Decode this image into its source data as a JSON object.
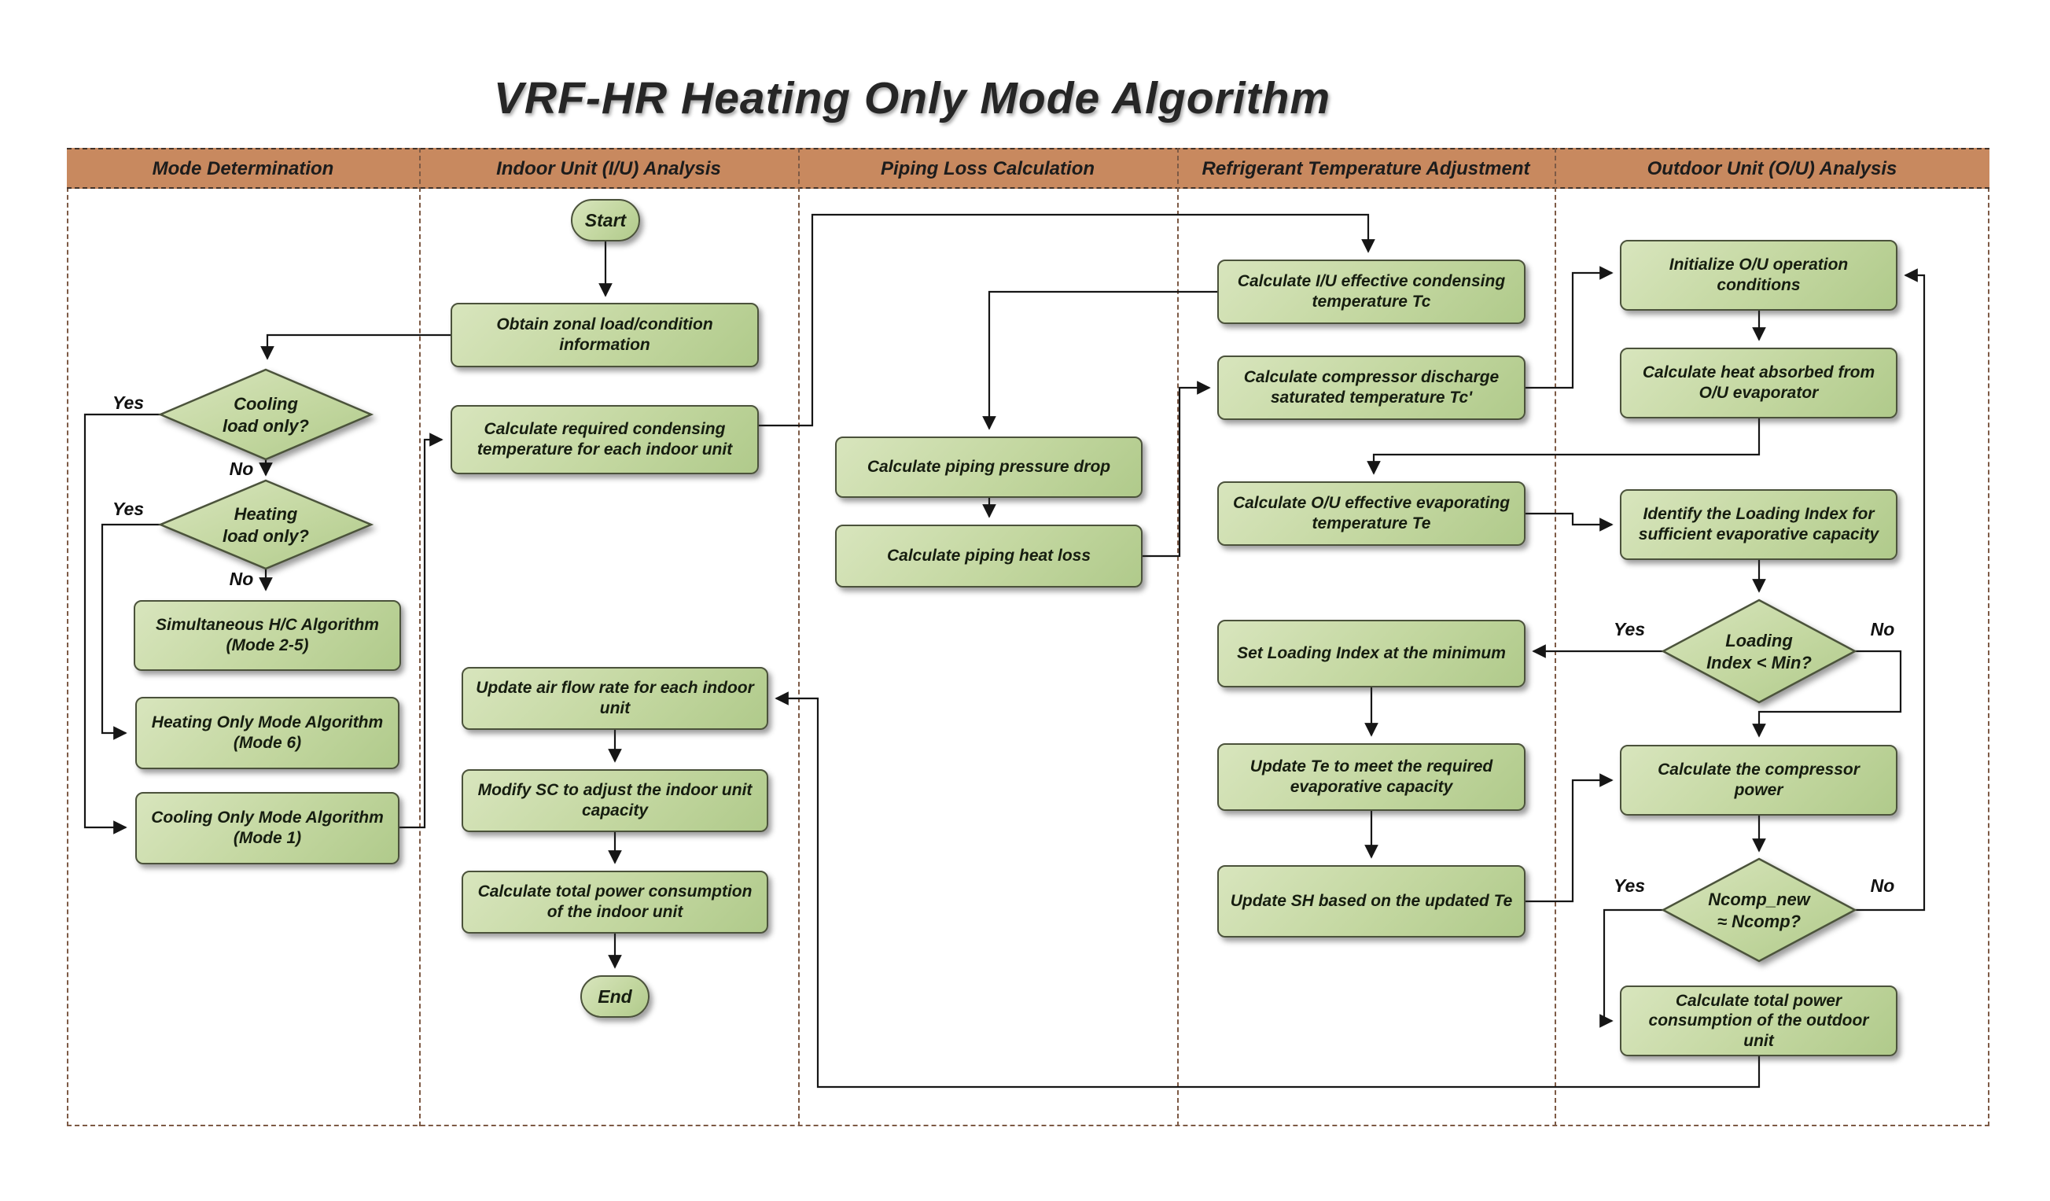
{
  "title": "VRF-HR Heating Only Mode Algorithm",
  "lanes": [
    {
      "label": "Mode Determination"
    },
    {
      "label": "Indoor Unit (I/U) Analysis"
    },
    {
      "label": "Piping Loss Calculation"
    },
    {
      "label": "Refrigerant Temperature Adjustment"
    },
    {
      "label": "Outdoor Unit (O/U) Analysis"
    }
  ],
  "nodes": {
    "start": "Start",
    "obtain_zonal": "Obtain zonal load/condition information",
    "calc_required_tc": "Calculate required condensing temperature for each indoor unit",
    "update_airflow": "Update air flow rate for each indoor unit",
    "modify_sc": "Modify SC to adjust the indoor unit capacity",
    "iu_total_power": "Calculate total power consumption of the indoor unit",
    "end": "End",
    "cooling_only_q": "Cooling\nload only?",
    "heating_only_q": "Heating\nload only?",
    "simul_hc": "Simultaneous H/C Algorithm (Mode 2-5)",
    "heating_mode": "Heating Only Mode Algorithm (Mode 6)",
    "cooling_mode": "Cooling Only Mode Algorithm (Mode 1)",
    "piping_pressure": "Calculate piping pressure drop",
    "piping_heat": "Calculate piping  heat loss",
    "iu_tc": "Calculate I/U effective condensing temperature Tc",
    "comp_discharge": "Calculate compressor discharge saturated temperature Tc'",
    "ou_te": "Calculate O/U effective evaporating temperature Te",
    "set_loading": "Set Loading Index at the minimum",
    "update_te": "Update Te to meet the required evaporative capacity",
    "update_sh": "Update SH based on the updated Te",
    "init_ou": "Initialize O/U operation conditions",
    "heat_absorbed": "Calculate heat absorbed from O/U evaporator",
    "identify_loading": "Identify the Loading Index for sufficient evaporative capacity",
    "loading_q": "Loading\nIndex < Min?",
    "ncomp_q": "Ncomp_new\n≈  Ncomp?",
    "comp_power": "Calculate the compressor power",
    "ou_total_power": "Calculate total power consumption of the outdoor unit"
  },
  "edge_labels": {
    "cooling_yes": "Yes",
    "cooling_no": "No",
    "heating_yes": "Yes",
    "heating_no": "No",
    "loading_yes": "Yes",
    "loading_no": "No",
    "ncomp_yes": "Yes",
    "ncomp_no": "No"
  },
  "colors": {
    "node_fill_light": "#d8e5bd",
    "node_fill_dark": "#b0ca8b",
    "node_border": "#4b523b",
    "lane_header_fill": "#c8895f",
    "lane_border": "#7d5a45",
    "connector": "#161616"
  }
}
